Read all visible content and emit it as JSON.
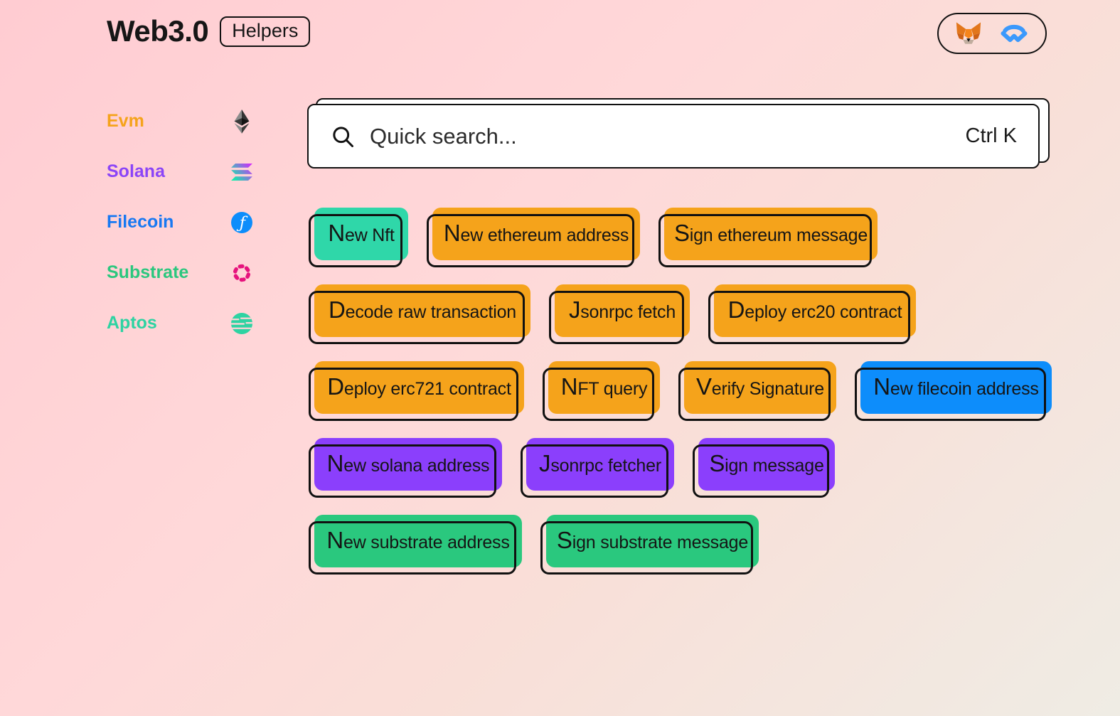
{
  "header": {
    "title": "Web3.0",
    "badge": "Helpers"
  },
  "wallet_pill": {
    "icons": [
      "metamask-fox-icon",
      "walletconnect-icon"
    ]
  },
  "sidebar": {
    "items": [
      {
        "label": "Evm",
        "color": "#F5A31B",
        "icon": "ethereum-icon"
      },
      {
        "label": "Solana",
        "color": "#8B45F7",
        "icon": "solana-icon"
      },
      {
        "label": "Filecoin",
        "color": "#1778F2",
        "icon": "filecoin-icon"
      },
      {
        "label": "Substrate",
        "color": "#2BC77E",
        "icon": "polkadot-dotted-ring-icon"
      },
      {
        "label": "Aptos",
        "color": "#2ED3A2",
        "icon": "aptos-icon"
      }
    ]
  },
  "search": {
    "placeholder": "Quick search...",
    "shortcut": "Ctrl K",
    "icon": "search-icon"
  },
  "colors": {
    "background_top_left": "#FFCCD2",
    "background_bottom_right": "#EFECE4",
    "outline": "#111111",
    "orange": "#F5A31B",
    "teal": "#2FD7A9",
    "purple": "#8B3FFC",
    "blue": "#0D8DFB",
    "green": "#2AC87E",
    "walletconnect_blue": "#3B99FC",
    "polkadot_pink": "#E6137D"
  },
  "grid": {
    "rows": [
      {
        "buttons": [
          {
            "label": "New Nft",
            "color": "teal"
          },
          {
            "label": "New ethereum address",
            "color": "orange"
          },
          {
            "label": "Sign ethereum message",
            "color": "orange"
          }
        ]
      },
      {
        "buttons": [
          {
            "label": "Decode raw transaction",
            "color": "orange"
          },
          {
            "label": "Jsonrpc fetch",
            "color": "orange"
          },
          {
            "label": "Deploy erc20 contract",
            "color": "orange"
          }
        ]
      },
      {
        "buttons": [
          {
            "label": "Deploy erc721 contract",
            "color": "orange"
          },
          {
            "label": "NFT query",
            "color": "orange"
          },
          {
            "label": "Verify Signature",
            "color": "orange"
          },
          {
            "label": "New filecoin address",
            "color": "blue"
          }
        ]
      },
      {
        "buttons": [
          {
            "label": "New solana address",
            "color": "purple"
          },
          {
            "label": "Jsonrpc fetcher",
            "color": "purple"
          },
          {
            "label": "Sign message",
            "color": "purple"
          }
        ]
      },
      {
        "buttons": [
          {
            "label": "New substrate address",
            "color": "green"
          },
          {
            "label": "Sign substrate message",
            "color": "green"
          }
        ]
      }
    ]
  }
}
